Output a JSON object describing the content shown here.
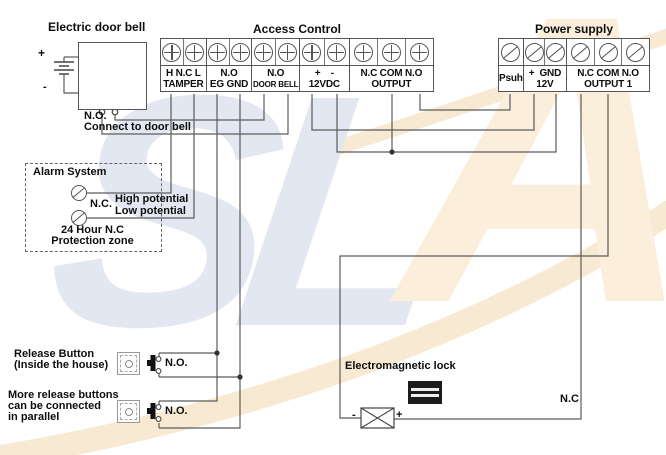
{
  "doorbell": {
    "title": "Electric door bell",
    "battery_plus": "+",
    "battery_minus": "-",
    "no_label": "N.O.",
    "connect_label": "Connect to door bell"
  },
  "access_control": {
    "title": "Access Control",
    "screw_type": "phillips",
    "groups": [
      {
        "line1": "H N.C L",
        "line2": "TAMPER",
        "screws": 2
      },
      {
        "line1": "N.O",
        "line2": "EG GND",
        "screws": 2
      },
      {
        "line1": "N.O",
        "line2": "DOOR BELL",
        "screws": 2
      },
      {
        "line1": "+    -",
        "line2": "12VDC",
        "screws": 2
      },
      {
        "line1": "N.C COM N.O",
        "line2": "OUTPUT",
        "screws": 3
      }
    ]
  },
  "power_supply": {
    "title": "Power supply",
    "screw_type": "flat",
    "groups": [
      {
        "line1": "Psuh",
        "line2": "",
        "screws": 1
      },
      {
        "line1": "+  GND",
        "line2": "12V",
        "screws": 2
      },
      {
        "line1": "N.C COM N.O",
        "line2": "OUTPUT 1",
        "screws": 3
      }
    ]
  },
  "alarm": {
    "title": "Alarm System",
    "nc_label": "N.C.",
    "high_label": "High potential",
    "low_label": "Low potential",
    "zone_line1": "24 Hour N.C",
    "zone_line2": "Protection zone"
  },
  "release_buttons": {
    "r1_line1": "Release Button",
    "r1_line2": "(Inside the house)",
    "r1_no": "N.O.",
    "r2_line1": "More release buttons",
    "r2_line2": "can be connected",
    "r2_line3": "in parallel",
    "r2_no": "N.O."
  },
  "lock": {
    "label": "Electromagnetic lock",
    "minus": "-",
    "plus": "+",
    "wire_label": "N.C"
  },
  "watermark": {
    "left_text": "SL",
    "right_text": "A",
    "left_color": "#e3e7f1",
    "right_color": "#fbeedb",
    "swoosh_color": "#f8ead2"
  }
}
